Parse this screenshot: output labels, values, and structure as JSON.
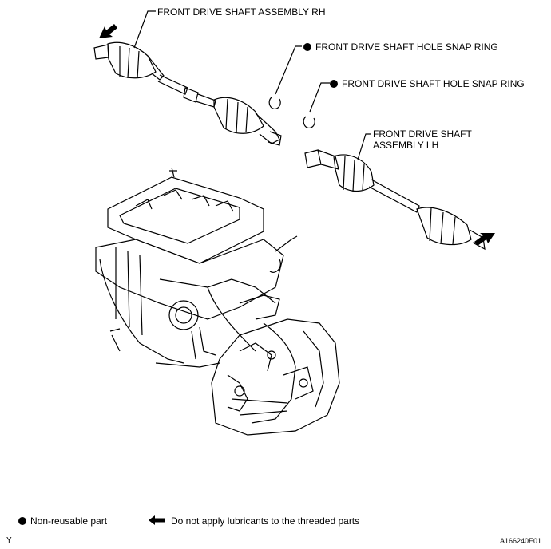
{
  "labels": {
    "rh_shaft": "FRONT DRIVE SHAFT ASSEMBLY RH",
    "snap_ring_1": "FRONT DRIVE SHAFT HOLE SNAP RING",
    "snap_ring_2": "FRONT DRIVE SHAFT HOLE SNAP RING",
    "lh_shaft": "FRONT DRIVE SHAFT\nASSEMBLY LH"
  },
  "legend": {
    "non_reusable": "Non-reusable part",
    "no_lubricant": "Do not apply lubricants to the threaded parts"
  },
  "footer": {
    "left_code": "Y",
    "figure_id": "A166240E01"
  }
}
